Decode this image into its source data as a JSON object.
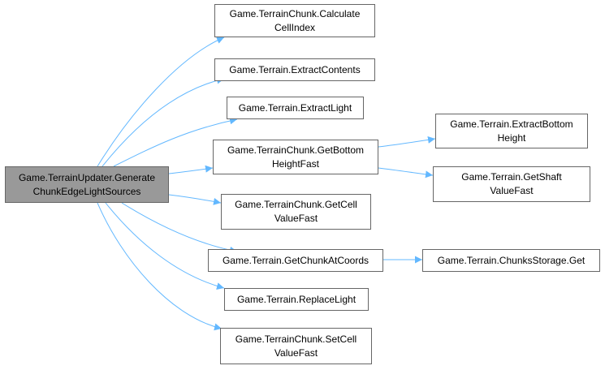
{
  "colors": {
    "edge": "#63b8ff",
    "node_border": "#666666",
    "root_fill": "#999999",
    "node_fill": "#ffffff"
  },
  "nodes": {
    "root": "Game.TerrainUpdater.Generate\nChunkEdgeLightSources",
    "calculate_cell_index": "Game.TerrainChunk.Calculate\nCellIndex",
    "extract_contents": "Game.Terrain.ExtractContents",
    "extract_light": "Game.Terrain.ExtractLight",
    "get_bottom_height_fast": "Game.TerrainChunk.GetBottom\nHeightFast",
    "extract_bottom_height": "Game.Terrain.ExtractBottom\nHeight",
    "get_shaft_value_fast": "Game.Terrain.GetShaft\nValueFast",
    "get_cell_value_fast": "Game.TerrainChunk.GetCell\nValueFast",
    "get_chunk_at_coords": "Game.Terrain.GetChunkAtCoords",
    "chunks_storage_get": "Game.Terrain.ChunksStorage.Get",
    "replace_light": "Game.Terrain.ReplaceLight",
    "set_cell_value_fast": "Game.TerrainChunk.SetCell\nValueFast"
  }
}
